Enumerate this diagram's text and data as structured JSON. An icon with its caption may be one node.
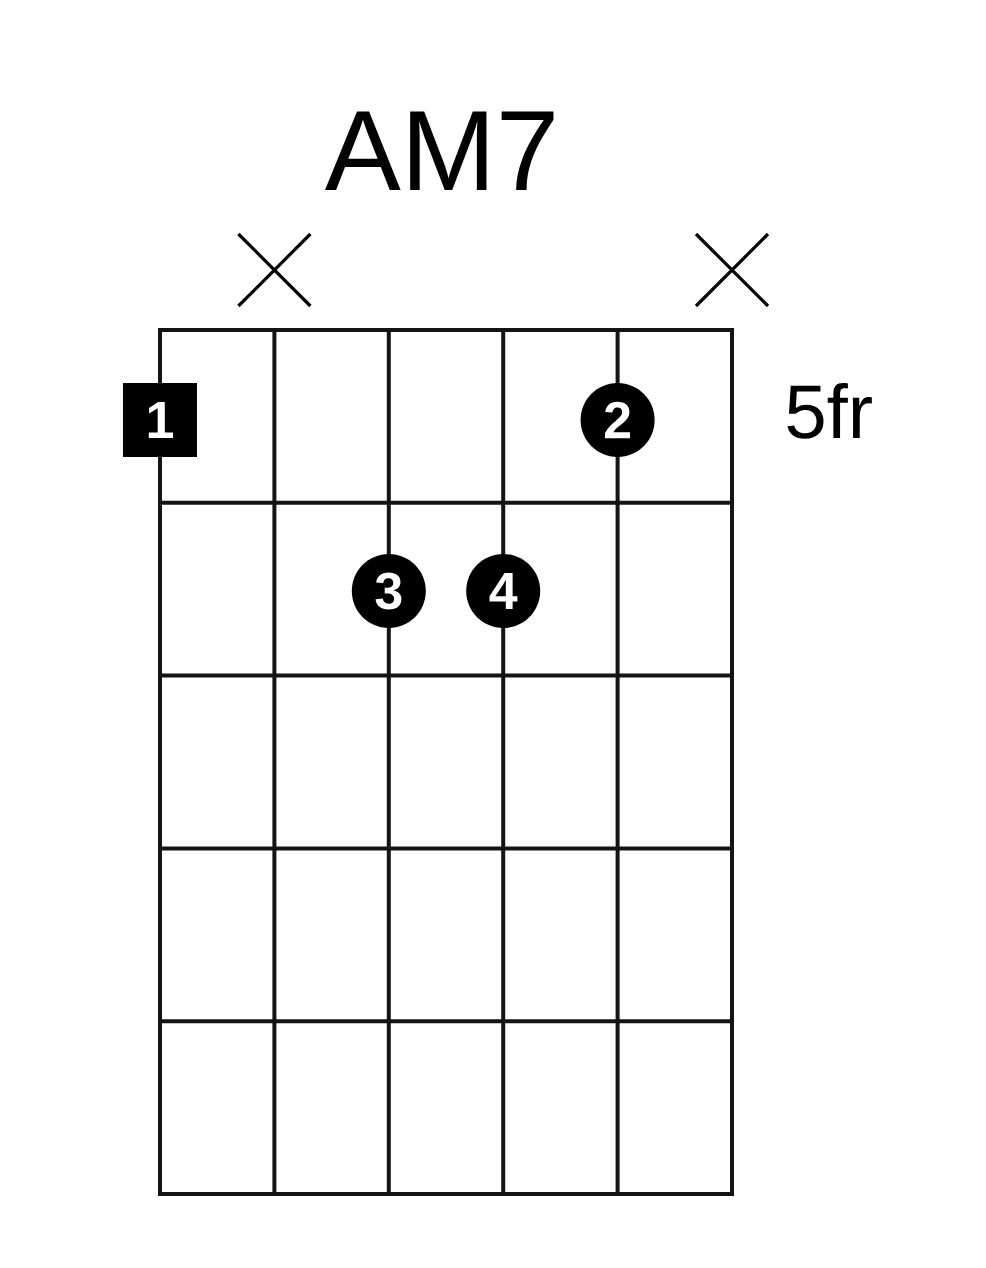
{
  "diagram": {
    "title": "AM7",
    "nodes": [
      {
        "text": [
          "1"
        ]
      },
      {
        "text": [
          "2"
        ]
      },
      {
        "text": [
          "3"
        ]
      },
      {
        "text": [
          "4"
        ]
      }
    ],
    "labels": [
      "5fr"
    ]
  }
}
